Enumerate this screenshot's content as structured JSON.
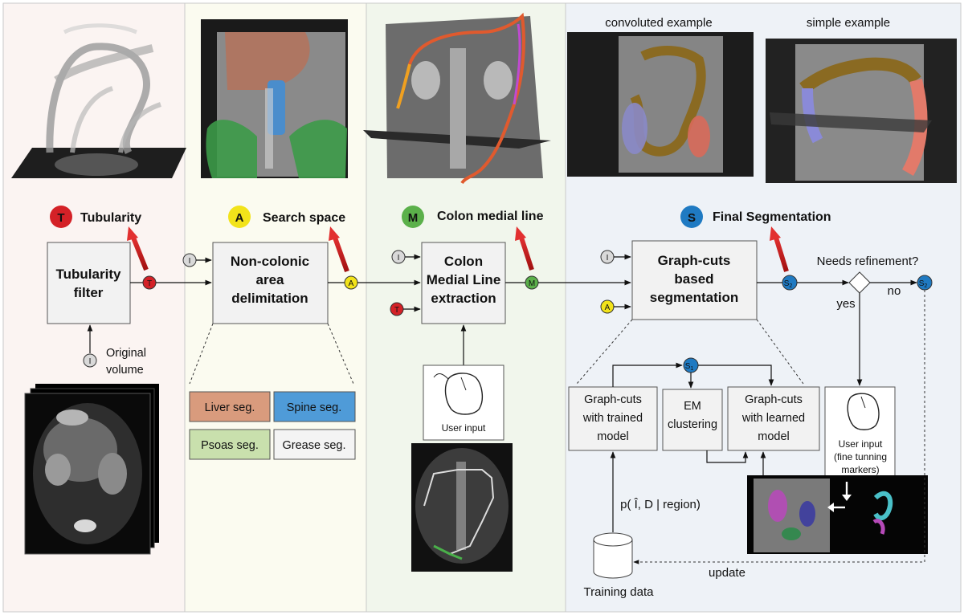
{
  "panels": {
    "tubularity": {
      "badge": "T",
      "title": "Tubularity",
      "box_lines": [
        "Tubularity",
        "filter"
      ],
      "input_label_lines": [
        "Original",
        "volume"
      ],
      "badge_color": "#d42127"
    },
    "search_space": {
      "badge": "A",
      "title": "Search space",
      "box_lines": [
        "Non-colonic",
        "area",
        "delimitation"
      ],
      "badge_color": "#f2e31a",
      "segs": [
        {
          "label": "Liver seg.",
          "color": "#d99b7d"
        },
        {
          "label": "Spine seg.",
          "color": "#4f9bd8"
        },
        {
          "label": "Psoas seg.",
          "color": "#c9e0ad"
        },
        {
          "label": "Grease seg.",
          "color": "#f4f4f4"
        }
      ]
    },
    "medial_line": {
      "badge": "M",
      "title": "Colon medial line",
      "box_lines": [
        "Colon",
        "Medial Line",
        "extraction"
      ],
      "user_input": "User input",
      "badge_color": "#5bb04a"
    },
    "final": {
      "badge": "S",
      "title": "Final Segmentation",
      "box_lines": [
        "Graph-cuts",
        "based",
        "segmentation"
      ],
      "badge_color": "#1f7ac2",
      "convoluted": "convoluted example",
      "simple": "simple example",
      "needs_refinement": "Needs refinement?",
      "yes": "yes",
      "no": "no",
      "gc_trained": [
        "Graph-cuts",
        "with trained",
        "model"
      ],
      "em": [
        "EM",
        "clustering"
      ],
      "gc_learned": [
        "Graph-cuts",
        "with learned",
        "model"
      ],
      "user_input_lines": [
        "User input",
        "(fine tunning",
        "markers)"
      ],
      "prob": "p( Î, D | region)",
      "training": "Training data",
      "update": "update"
    }
  },
  "node_labels": {
    "I": "I",
    "T": "T",
    "A": "A",
    "M": "M",
    "S": "S",
    "S1": "1",
    "S2": "2"
  }
}
